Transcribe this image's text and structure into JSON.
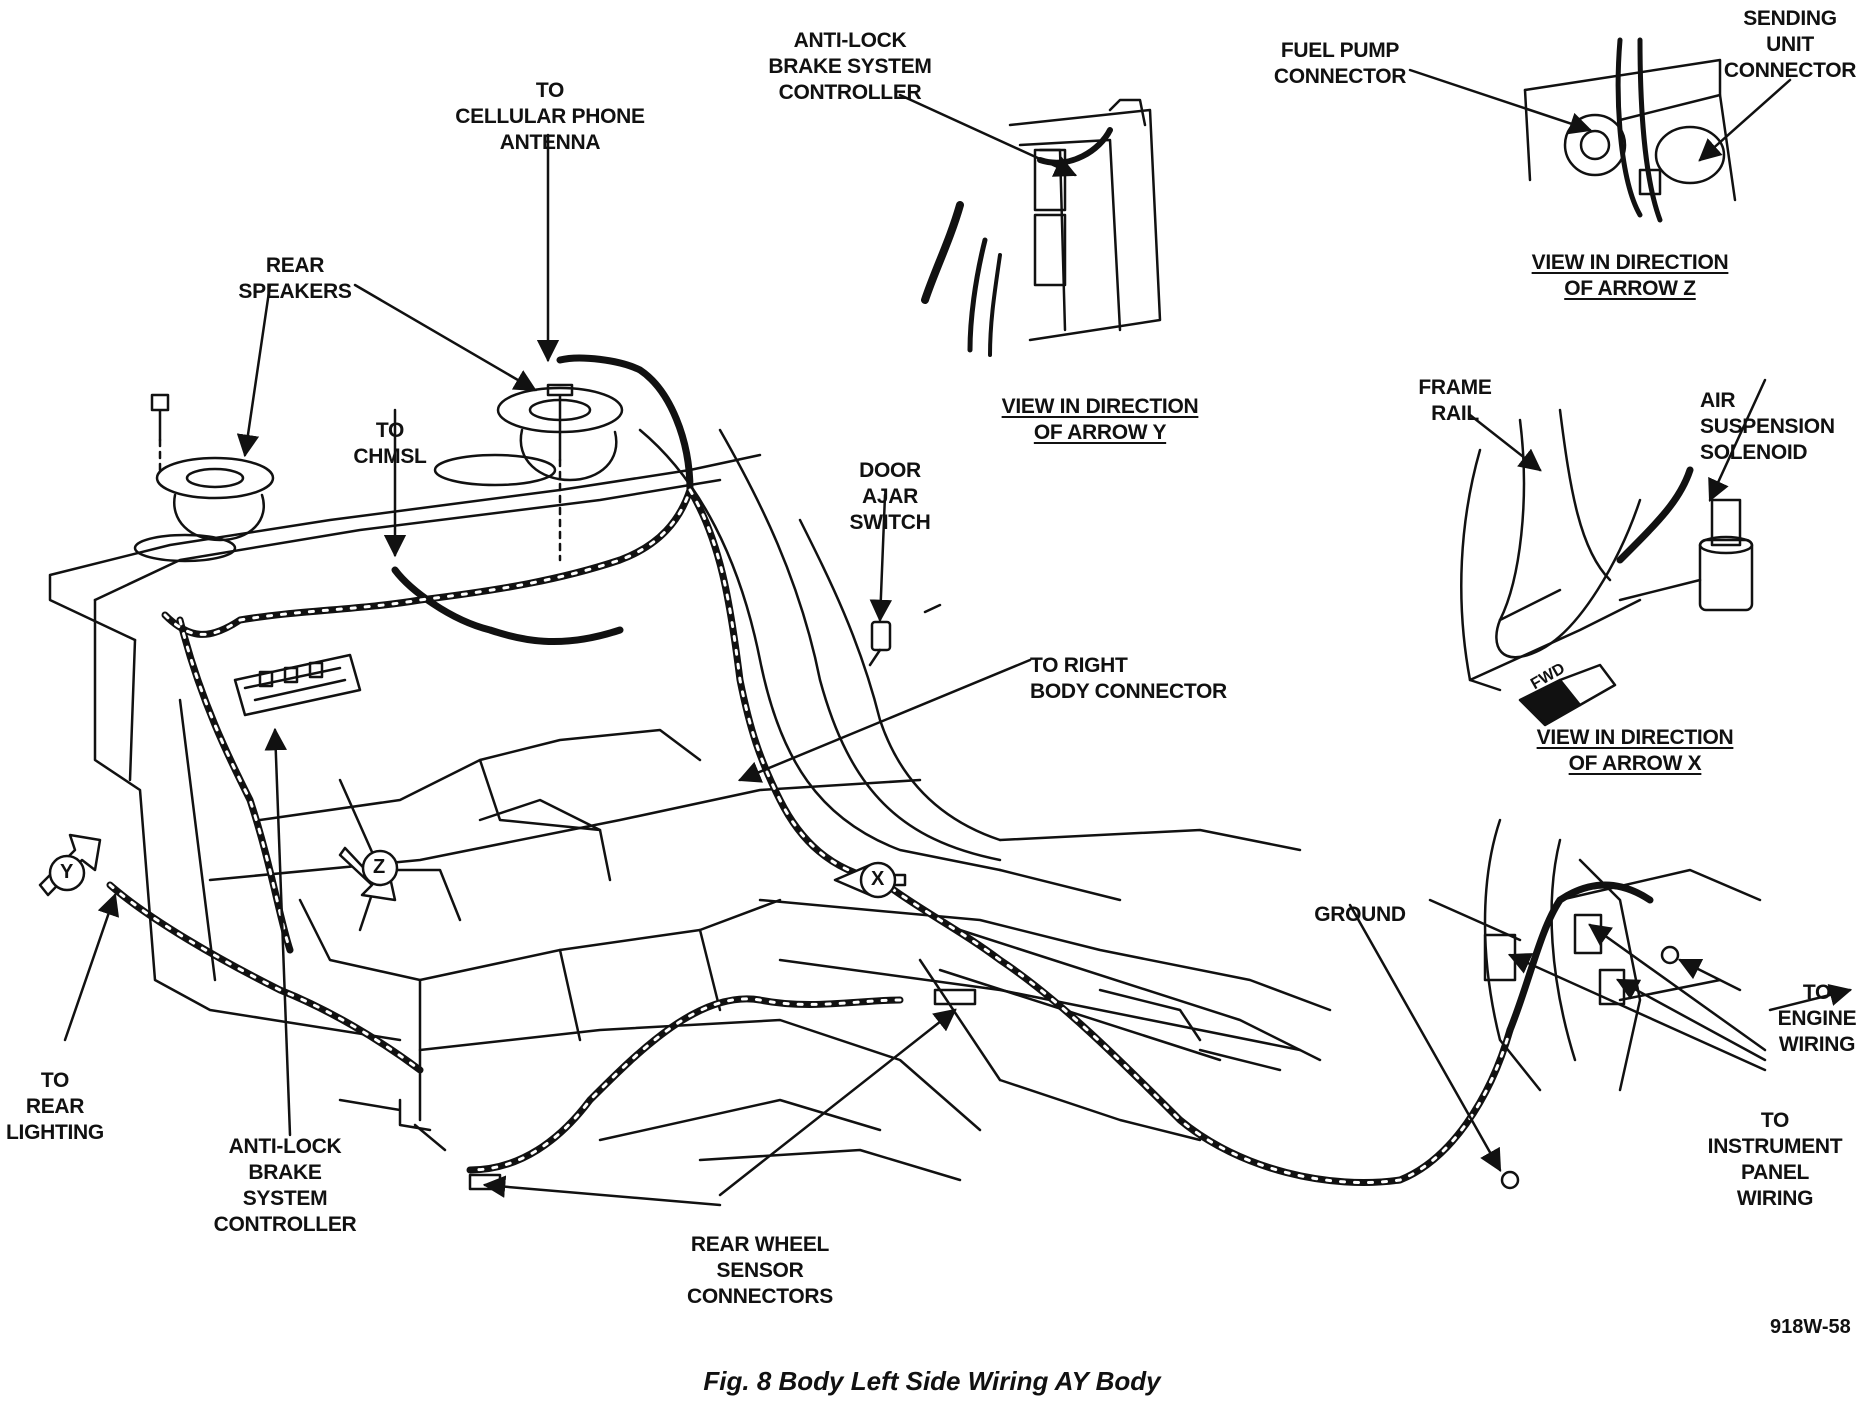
{
  "labels": {
    "antilock_top": "ANTI-LOCK\nBRAKE SYSTEM\nCONTROLLER",
    "fuel_pump": "FUEL PUMP\nCONNECTOR",
    "sending_unit": "SENDING\nUNIT\nCONNECTOR",
    "cell_phone": "TO\nCELLULAR PHONE\nANTENNA",
    "rear_speakers": "REAR\nSPEAKERS",
    "chmsl": "TO\nCHMSL",
    "door_ajar": "DOOR\nAJAR\nSWITCH",
    "right_body": "TO RIGHT\nBODY CONNECTOR",
    "frame_rail": "FRAME\nRAIL",
    "air_susp": "AIR\nSUSPENSION\nSOLENOID",
    "ground": "GROUND",
    "engine_wiring": "TO\nENGINE\nWIRING",
    "instrument_panel": "TO\nINSTRUMENT\nPANEL\nWIRING",
    "rear_lighting": "TO\nREAR\nLIGHTING",
    "antilock_bottom": "ANTI-LOCK\nBRAKE\nSYSTEM\nCONTROLLER",
    "rear_wheel": "REAR WHEEL\nSENSOR\nCONNECTORS"
  },
  "views": {
    "arrow_y": "VIEW IN DIRECTION\nOF ARROW Y",
    "arrow_z": "VIEW IN DIRECTION\nOF ARROW Z",
    "arrow_x": "VIEW IN DIRECTION\nOF ARROW X"
  },
  "arrow_tags": {
    "x": "X",
    "y": "Y",
    "z": "Z",
    "fwd": "FWD"
  },
  "figure_code": "918W-58",
  "caption": "Fig. 8 Body Left Side Wiring AY Body"
}
